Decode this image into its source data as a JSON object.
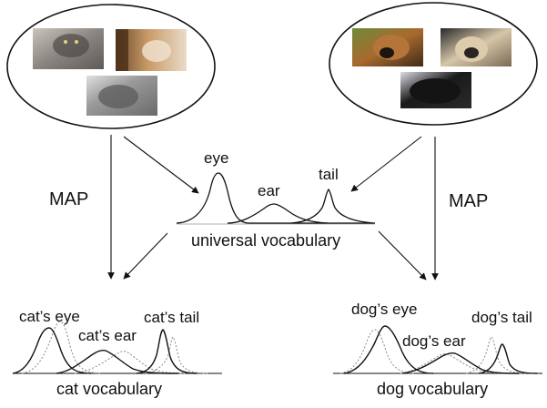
{
  "labels": {
    "map_left": "MAP",
    "map_right": "MAP",
    "universal": {
      "eye": "eye",
      "ear": "ear",
      "tail": "tail",
      "caption": "universal vocabulary"
    },
    "cat": {
      "eye": "cat’s eye",
      "ear": "cat’s ear",
      "tail": "cat’s tail",
      "caption": "cat vocabulary"
    },
    "dog": {
      "eye": "dog’s eye",
      "ear": "dog’s ear",
      "tail": "dog’s tail",
      "caption": "dog vocabulary"
    }
  },
  "photos": {
    "cats": [
      "cat-photo",
      "cat-photo",
      "cat-photo"
    ],
    "dogs": [
      "dog-photo",
      "dog-photo",
      "dog-photo"
    ]
  },
  "colors": {
    "stroke": "#111111",
    "dotted": "#888888",
    "baseline_universal": "#b0b0b0"
  }
}
